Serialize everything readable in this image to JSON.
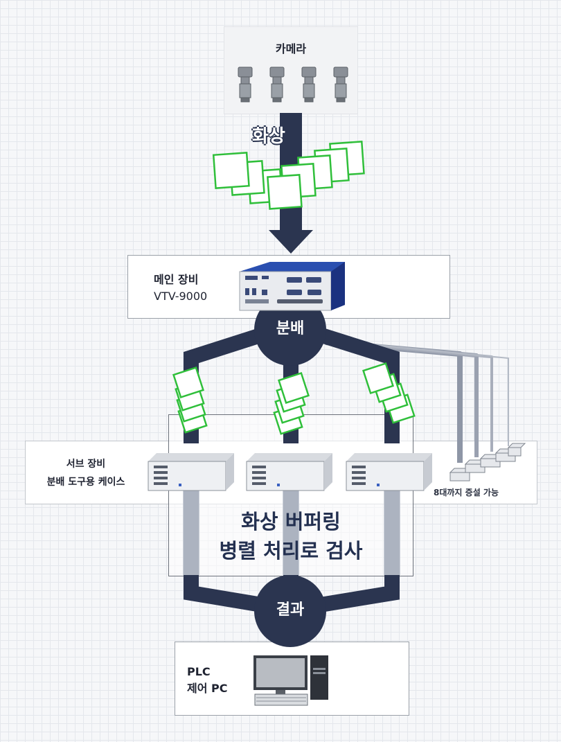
{
  "camera": {
    "label": "카메라"
  },
  "flow": {
    "image_label": "화상"
  },
  "main_device": {
    "title": "메인 장비",
    "model": "VTV-9000"
  },
  "distribute": {
    "label": "분배"
  },
  "sub_device": {
    "line1": "서브 장비",
    "line2": "분배 도구용 케이스"
  },
  "expansion": {
    "label": "8대까지 증설 가능"
  },
  "process": {
    "line1": "화상 버퍼링",
    "line2": "병렬 처리로 검사"
  },
  "result": {
    "label": "결과"
  },
  "plc": {
    "line1": "PLC",
    "line2": "제어 PC"
  },
  "colors": {
    "navy": "#2b3550",
    "green": "#2fbf3a",
    "gray_line": "#aeb5c2"
  }
}
